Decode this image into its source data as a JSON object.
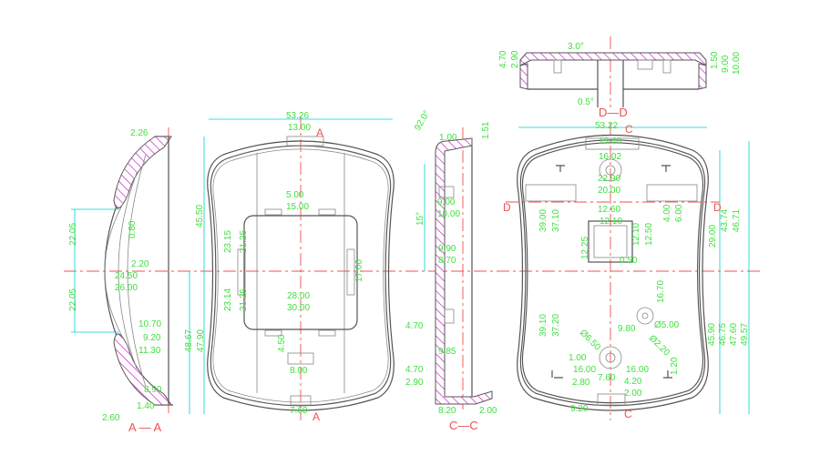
{
  "views": {
    "aa": {
      "title": "A — A",
      "dims": [
        "2.26",
        "22.05",
        "0.80",
        "2.20",
        "24.50",
        "26.00",
        "22.05",
        "10.70",
        "9.20",
        "11.30",
        "8.90",
        "1.40",
        "2.60"
      ]
    },
    "front": {
      "markers": [
        "A",
        "A"
      ],
      "dims": [
        "53.26",
        "13.00",
        "45.50",
        "5.00",
        "15.00",
        "23.15",
        "21.25",
        "17.00",
        "21.25",
        "23.14",
        "28.00",
        "30.00",
        "48.67",
        "47.90",
        "4.50",
        "8.00",
        "7.60"
      ]
    },
    "cc": {
      "title": "C—C",
      "dims": [
        "92.0°",
        "1.00",
        "1.51",
        "15°",
        "9.00",
        "10.00",
        "9.90",
        "8.70",
        "4.70",
        "9.85",
        "4.70",
        "2.90",
        "8.20",
        "2.00"
      ]
    },
    "back": {
      "markers": [
        "C",
        "C",
        "D",
        "D"
      ],
      "dims": [
        "53.22",
        "13.40",
        "16.02",
        "22.90",
        "20.00",
        "4.00",
        "6.00",
        "43.74",
        "46.71",
        "39.00",
        "37.10",
        "12.60",
        "12.10",
        "12.10",
        "12.50",
        "29.00",
        "12.25",
        "0.50",
        "16.70",
        "Ø5.00",
        "9.80",
        "Ø2.20",
        "Ø6.50",
        "39.10",
        "37.20",
        "45.90",
        "46.75",
        "47.60",
        "49.57",
        "1.00",
        "16.00",
        "16.00",
        "1.20",
        "2.80",
        "7.60",
        "4.20",
        "2.00",
        "9.20"
      ]
    },
    "dd": {
      "title": "D—D",
      "dims": [
        "3.0°",
        "4.70",
        "2.90",
        "1.50",
        "9.00",
        "10.00",
        "0.5°"
      ]
    }
  },
  "colors": {
    "dimension": "#3fe03f",
    "dimension_line": "#00d0d0",
    "centerline": "#f05050",
    "hatch": "#cc22cc",
    "outline": "#555555"
  }
}
